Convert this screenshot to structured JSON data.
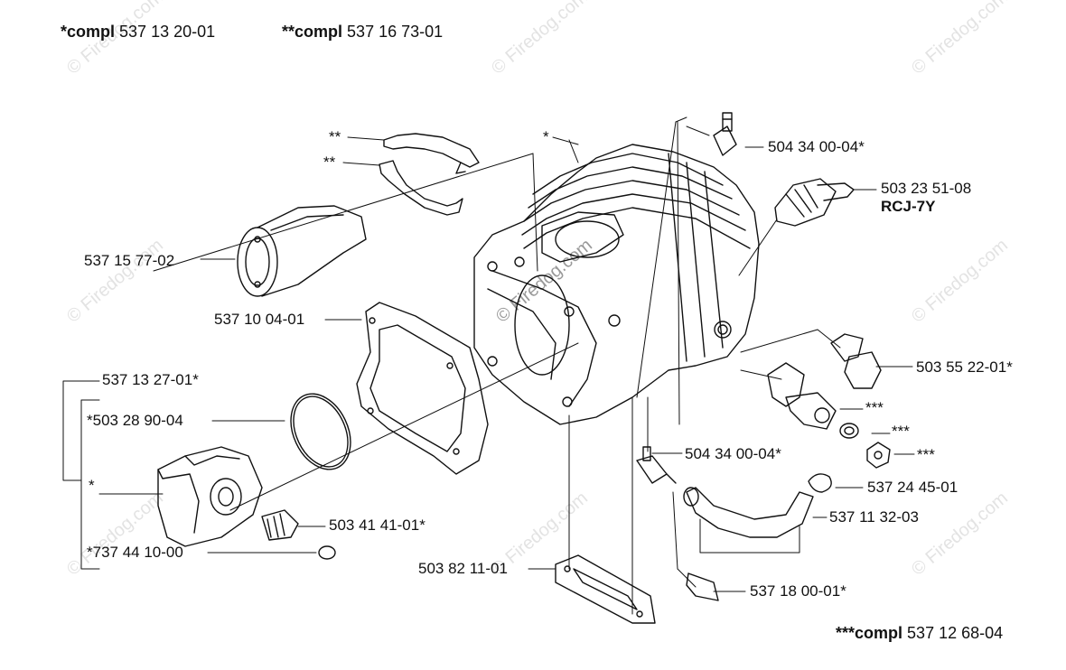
{
  "header": {
    "compl1_prefix": "*compl",
    "compl1_number": "537 13 20-01",
    "compl2_prefix": "**compl",
    "compl2_number": "537 16 73-01"
  },
  "footer": {
    "compl3_prefix": "***compl",
    "compl3_number": "537 12 68-04"
  },
  "labels": {
    "star2_a": "**",
    "star2_b": "**",
    "star1_top": "*",
    "p504_34_00_04_top": "504 34 00-04*",
    "p503_23_51_08": "503 23 51-08",
    "rcj7y": "RCJ-7Y",
    "p537_15_77_02": "537 15 77-02",
    "p537_10_04_01": "537 10 04-01",
    "p503_55_22_01": "503 55 22-01*",
    "p537_13_27_01": "537 13 27-01*",
    "p503_28_90_04": "*503 28 90-04",
    "star3_a": "***",
    "star3_b": "***",
    "star3_c": "***",
    "star1_piston": "*",
    "p504_34_00_04_mid": "504 34 00-04*",
    "p537_24_45_01": "537 24 45-01",
    "p503_41_41_01": "503 41 41-01*",
    "p537_11_32_03": "537 11 32-03",
    "p737_44_10_00": "*737 44 10-00",
    "p503_82_11_01": "503 82 11-01",
    "p537_18_00_01": "537 18 00-01*"
  },
  "watermark": {
    "text": "© Firedog.com"
  }
}
